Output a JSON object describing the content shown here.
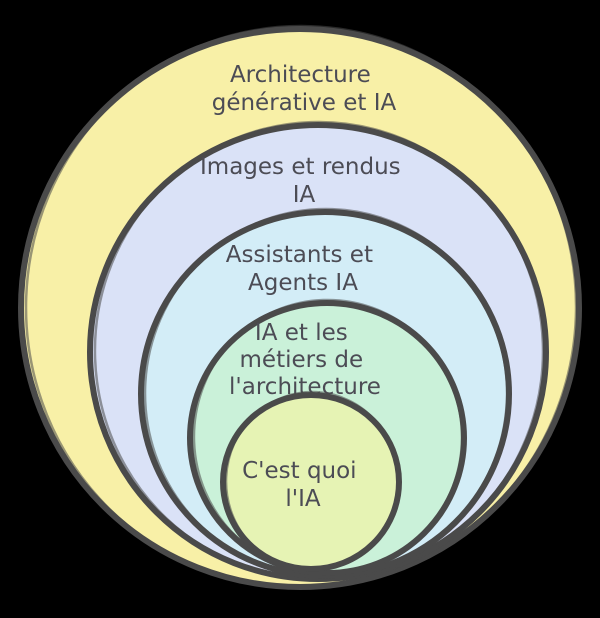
{
  "diagram": {
    "type": "onion-concentric-circles",
    "background_color": "#000000",
    "stroke_color": "#4a4a4a",
    "text_color": "#4c4c55",
    "rings": [
      {
        "id": "architecture-generative-et-ia",
        "label": "Architecture générative et IA",
        "lines": [
          "Architecture",
          "générative et IA"
        ],
        "color": "#f8f0a7"
      },
      {
        "id": "images-et-rendus-ia",
        "label": "Images et rendus IA",
        "lines": [
          "Images et rendus",
          "IA"
        ],
        "color": "#dae2f7"
      },
      {
        "id": "assistants-et-agents-ia",
        "label": "Assistants et Agents IA",
        "lines": [
          "Assistants et",
          "Agents IA"
        ],
        "color": "#d3edf7"
      },
      {
        "id": "ia-et-les-metiers-de-l-architecture",
        "label": "IA et les métiers de l'architecture",
        "lines": [
          "IA et les",
          "métiers de",
          "l'architecture"
        ],
        "color": "#caf1d9"
      },
      {
        "id": "c-est-quoi-l-ia",
        "label": "C'est quoi l'IA",
        "lines": [
          "C'est quoi",
          "l'IA"
        ],
        "color": "#e6f3b4"
      }
    ]
  }
}
